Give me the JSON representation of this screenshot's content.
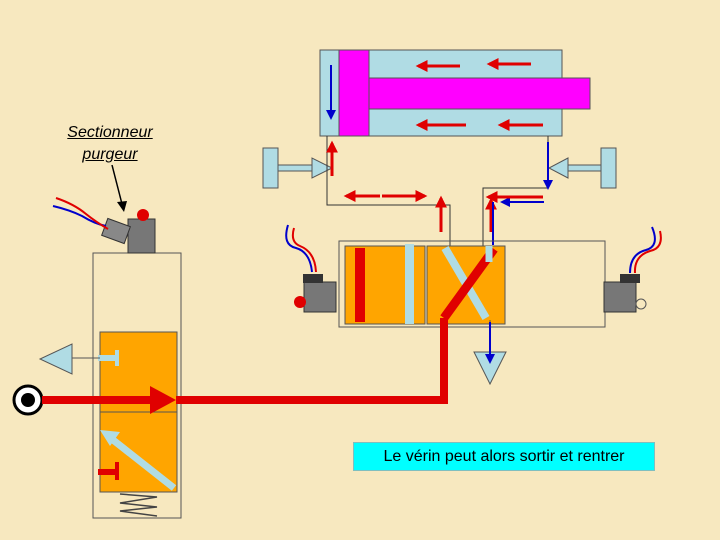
{
  "labels": {
    "sectionneur_line1": "Sectionneur",
    "sectionneur_line2": "purgeur",
    "caption": "Le vérin peut alors sortir et rentrer"
  },
  "colors": {
    "background": "#f7e8bf",
    "cylinder": "#b0dce4",
    "piston": "#ff00ff",
    "valve_body": "#ffa500",
    "pressure_line": "#ff0000",
    "exhaust_line": "#0000ff",
    "caption_bg": "#00ffff"
  }
}
